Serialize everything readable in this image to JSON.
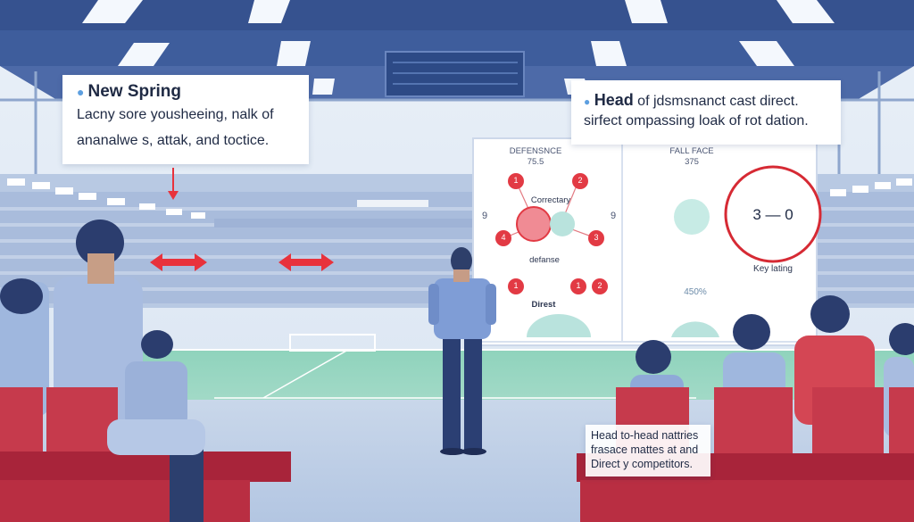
{
  "callout_left": {
    "title": "New Spring",
    "line1": "Lacny sore yousheeing, nalk of",
    "line2": "ananalwe s, attak, and toctice."
  },
  "callout_right": {
    "title": "Head",
    "title_rest": " of jdsmsnanct cast direct.",
    "line2": "sirfect ompassing loak of rot dation."
  },
  "callout_bottom": {
    "line1": "Head to-head nattries",
    "line2": "frasace mattes at and",
    "line3": "Direct y competitors."
  },
  "board": {
    "left_panel": {
      "heading": "DEFENSNCE",
      "sub": "75.5",
      "mid_label": "Correctary",
      "lower_label": "defanse",
      "bottom_label": "Direst",
      "numbers": [
        "1",
        "2",
        "4",
        "3",
        "1",
        "1",
        "2"
      ],
      "side_marks": [
        "9",
        "9"
      ]
    },
    "right_panel": {
      "heading": "FALL FACE",
      "sub": "375",
      "score": "3 — 0",
      "score_caption": "Key lating",
      "percent": "450%"
    }
  },
  "colors": {
    "accent_red": "#e23a44",
    "teal": "#b9e3dd",
    "navy": "#2c3f6e",
    "seat_red": "#c63a4c"
  }
}
